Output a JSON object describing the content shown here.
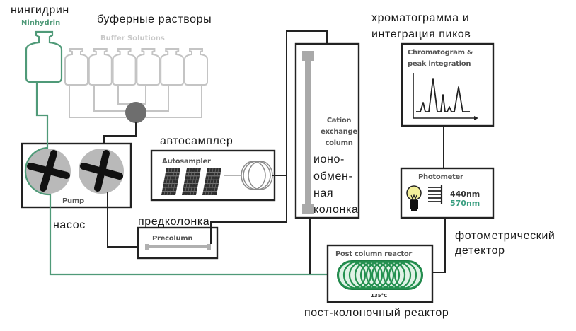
{
  "colors": {
    "ninhydrin": "#4f9a78",
    "buffer": "#c4c4c4",
    "wire": "#222222",
    "mixer": "#6e6e6e",
    "pump_head": "#b9b9b9",
    "column": "#a9a9a9",
    "reactor_coil": "#23904f",
    "bulb": "#f3ef9a",
    "wavelength_2": "#3a9e80"
  },
  "ninhydrin": {
    "label_ru": "нингидрин",
    "label_en": "Ninhydrin"
  },
  "buffers": {
    "label_ru": "буферные растворы",
    "label_en": "Buffer Solutions",
    "bottle_count": 6
  },
  "pump": {
    "label_ru": "насос",
    "label_en": "Pump"
  },
  "autosampler": {
    "label_ru": "автосамплер",
    "label_en": "Autosampler",
    "rack_count": 3
  },
  "precolumn": {
    "label_ru": "предколонка",
    "label_en": "Precolumn"
  },
  "column": {
    "label_en_lines": [
      "Cation",
      "exchange",
      "column"
    ],
    "label_ru_lines": [
      "ионо-",
      "обмен-",
      "ная",
      "колонка"
    ]
  },
  "chromatogram": {
    "label_ru_lines": [
      "хроматограмма и",
      "интеграция пиков"
    ],
    "label_en_lines": [
      "Chromatogram &",
      "peak integration"
    ]
  },
  "photometer": {
    "label_en": "Photometer",
    "wavelengths": [
      "440nm",
      "570nm"
    ],
    "label_ru_lines": [
      "фотометрический",
      "детектор"
    ]
  },
  "reactor": {
    "label_en": "Post column reactor",
    "temperature": "135°C",
    "label_ru": "пост-колоночный реактор"
  }
}
